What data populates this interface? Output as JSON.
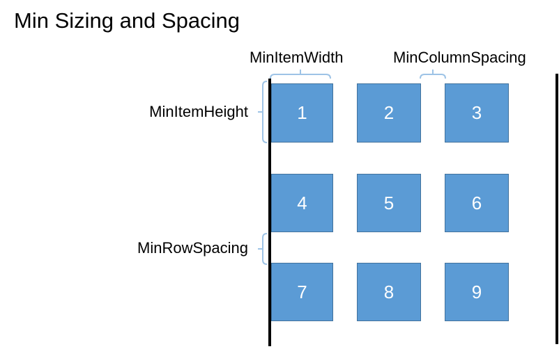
{
  "title": "Min Sizing and Spacing",
  "labels": {
    "min_item_width": "MinItemWidth",
    "min_column_spacing": "MinColumnSpacing",
    "min_item_height": "MinItemHeight",
    "min_row_spacing": "MinRowSpacing"
  },
  "grid": {
    "rows": 3,
    "columns": 3,
    "items": [
      "1",
      "2",
      "3",
      "4",
      "5",
      "6",
      "7",
      "8",
      "9"
    ]
  },
  "colors": {
    "background": "#FFFFFF",
    "item_fill": "#5B9BD5",
    "item_border": "#41719C",
    "item_number_text": "#FFFFFF",
    "brace": "#9DC3E6",
    "edge_line": "#000000",
    "label_text": "#000000"
  }
}
